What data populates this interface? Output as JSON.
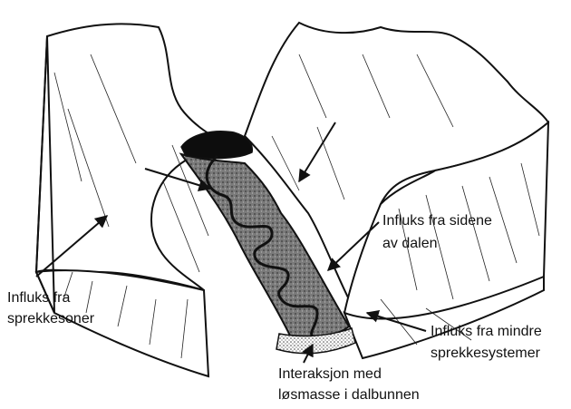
{
  "diagram": {
    "labels": {
      "left_influx": [
        "Influks fra",
        "sprekkesoner"
      ],
      "side_influx": [
        "Influks fra sidene",
        "av dalen"
      ],
      "minor_influx": [
        "Influks fra mindre",
        "sprekkesystemer"
      ],
      "interaction": [
        "Interaksjon med",
        "løsmasse i dalbunnen"
      ]
    },
    "colors": {
      "outline": "#111111",
      "valley_fill": "#6a6a6a",
      "lake_fill": "#0d0d0d",
      "sediment_dots": "#444444",
      "background": "#ffffff"
    }
  }
}
